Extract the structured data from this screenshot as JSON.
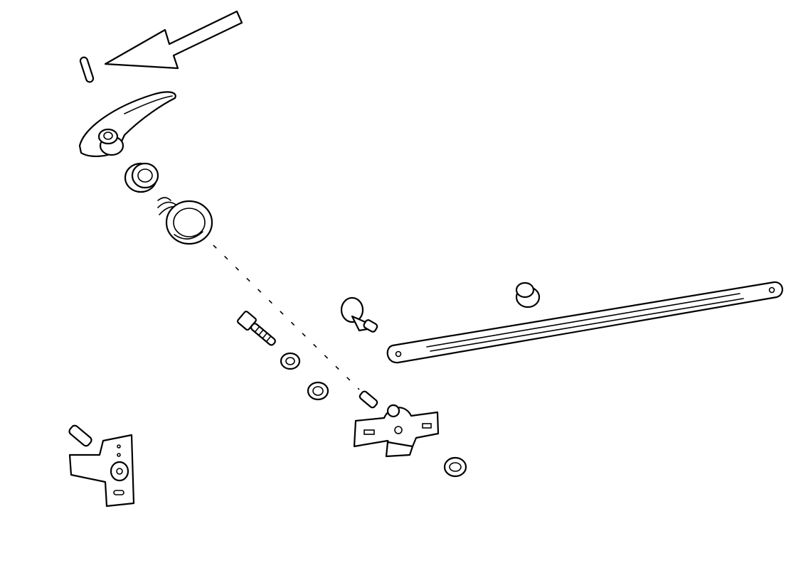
{
  "diagram": {
    "type": "exploded-parts-drawing",
    "colors": {
      "line": "#000000",
      "background": "#ffffff"
    },
    "parts": [
      "indicator-arrow",
      "roll-pin",
      "handle-lever",
      "escutcheon-washer",
      "spring",
      "screw",
      "flat-washer",
      "flat-washer",
      "shaft-stud",
      "bushing",
      "connecting-rod",
      "latch-plate",
      "flat-washer",
      "latch-bracket"
    ]
  }
}
